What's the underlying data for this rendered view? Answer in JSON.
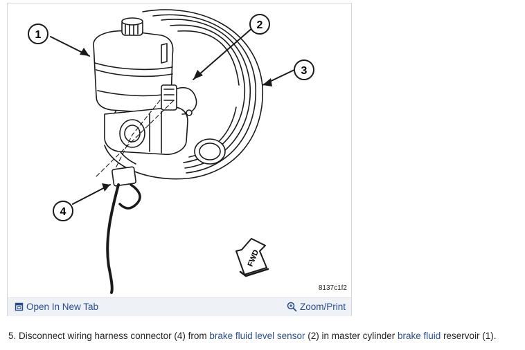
{
  "figure": {
    "callouts": [
      "1",
      "2",
      "3",
      "4"
    ],
    "code": "8137c1f2",
    "direction_label": "FWD",
    "open_tab_label": "Open In New Tab",
    "open_tab_icon": "open-in-new-tab-icon",
    "zoom_label": "Zoom/Print",
    "zoom_icon": "magnify-icon",
    "link_color": "#2a4c8f"
  },
  "instruction": {
    "part1": "5. Disconnect wiring harness connector (4) from ",
    "link1": "brake fluid level sensor",
    "part2": " (2) in master cylinder ",
    "link2": "brake fluid",
    "part3": " reservoir (1)."
  }
}
